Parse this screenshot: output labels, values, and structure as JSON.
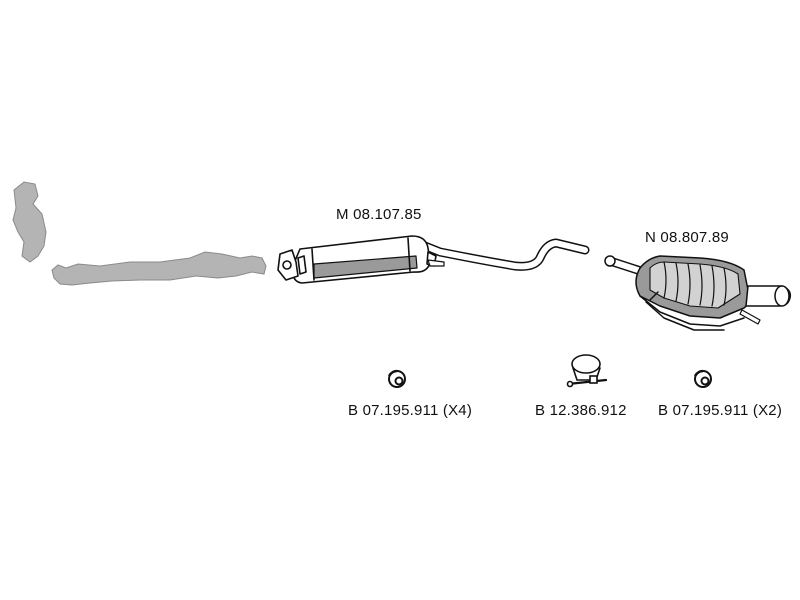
{
  "diagram": {
    "parts": {
      "middle_silencer": {
        "code": "M 08.107.85"
      },
      "rear_silencer": {
        "code": "N 08.807.89"
      },
      "rubber_mount_a": {
        "code": "B 07.195.911 (X4)"
      },
      "clamp": {
        "code": "B 12.386.912"
      },
      "rubber_mount_b": {
        "code": "B 07.195.911 (X2)"
      }
    },
    "colors": {
      "line": "#111111",
      "pipe_fill": "#ffffff",
      "shade": "#9a9a9a",
      "ghost": "#b4b4b4"
    }
  }
}
